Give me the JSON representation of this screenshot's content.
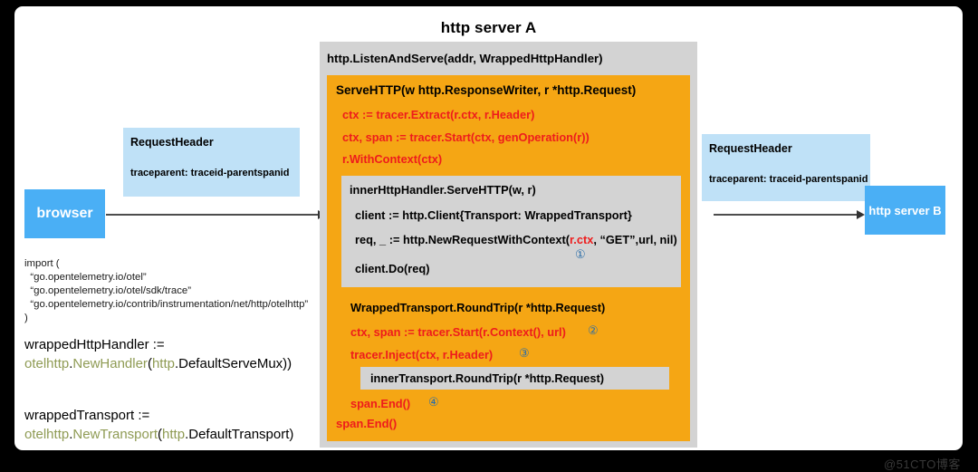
{
  "title": "http server A",
  "nodes": {
    "browser": "browser",
    "server_b": "http server B"
  },
  "headers": {
    "left": {
      "title": "RequestHeader",
      "kv": "traceparent: traceid-parentspanid"
    },
    "right": {
      "title": "RequestHeader",
      "kv": "traceparent: traceid-parentspanid"
    }
  },
  "listen": {
    "title": "http.ListenAndServe(addr, WrappedHttpHandler)"
  },
  "servehttp": {
    "title": "ServeHTTP(w http.ResponseWriter, r *http.Request)",
    "line1": "ctx := tracer.Extract(r.ctx, r.Header)",
    "line2": "ctx, span := tracer.Start(ctx, genOperation(r))",
    "line3": "r.WithContext(ctx)",
    "end": "span.End()"
  },
  "inner_handler": {
    "title": "innerHttpHandler.ServeHTTP(w, r)",
    "line1": "client := http.Client{Transport: WrappedTransport}",
    "line2_pre": "req, _ := http.NewRequestWithContext(",
    "line2_red": "r.ctx",
    "line2_post": ", “GET”,url, nil)",
    "marker1": "①",
    "line3": "client.Do(req)"
  },
  "wrapped_transport": {
    "title": "WrappedTransport.RoundTrip(r *http.Request)",
    "line1": "ctx, span := tracer.Start(r.Context(), url)",
    "marker2": "②",
    "line2": "tracer.Inject(ctx, r.Header)",
    "marker3": "③",
    "inner": "innerTransport.RoundTrip(r *http.Request)",
    "line3": "span.End()",
    "marker4": "④"
  },
  "code": {
    "imports": "import (\n  “go.opentelemetry.io/otel”\n  “go.opentelemetry.io/otel/sdk/trace”\n  “go.opentelemetry.io/contrib/instrumentation/net/http/otelhttp”\n)",
    "decl1_name": "wrappedHttpHandler :=",
    "decl1_pkg": "otelhttp",
    "decl1_dot1": ".",
    "decl1_fn": "NewHandler",
    "decl1_open": "(",
    "decl1_arg_pkg": "http",
    "decl1_arg_rest": ".DefaultServeMux))",
    "decl2_name": "wrappedTransport :=",
    "decl2_pkg": "otelhttp",
    "decl2_dot1": ".",
    "decl2_fn": "NewTransport",
    "decl2_open": "(",
    "decl2_arg_pkg": "http",
    "decl2_arg_rest": ".DefaultTransport)"
  },
  "watermark": "@51CTO博客",
  "colors": {
    "accent_orange": "#f5a614",
    "grey_box": "#d3d3d3",
    "blue_node": "#4aaff5",
    "header_box": "#bfe1f7",
    "red_text": "#ee1c1c",
    "marker_blue": "#2b6ea8",
    "pkg_green": "#8f9b54"
  }
}
